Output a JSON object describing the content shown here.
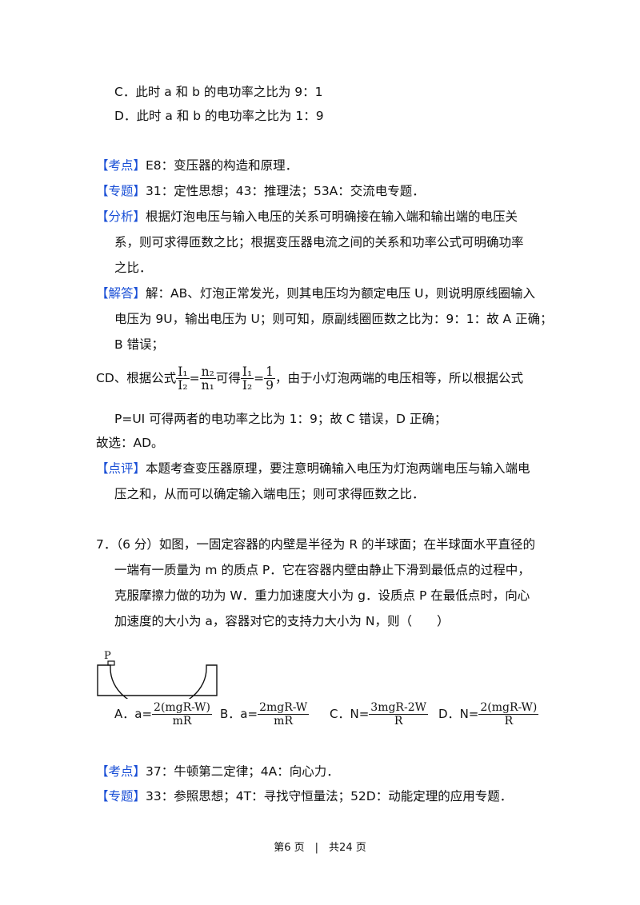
{
  "prev_question": {
    "options": [
      {
        "letter": "C．",
        "text": "此时 a 和 b 的电功率之比为 9：1"
      },
      {
        "letter": "D．",
        "text": "此时 a 和 b 的电功率之比为 1：9"
      }
    ]
  },
  "prev_analysis": {
    "kaodian": {
      "tag": "【考点】",
      "text": "E8：变压器的构造和原理．"
    },
    "zhuanti": {
      "tag": "【专题】",
      "text": "31：定性思想；43：推理法；53A：交流电专题．"
    },
    "fenxi": {
      "tag": "【分析】",
      "lines": [
        "根据灯泡电压与输入电压的关系可明确接在输入端和输出端的电压关",
        "系，则可求得匝数之比；根据变压器电流之间的关系和功率公式可明确功率",
        "之比．"
      ]
    },
    "jieda": {
      "tag": "【解答】",
      "lines": [
        "解：AB、灯泡正常发光，则其电压均为额定电压 U，则说明原线圈输入",
        "电压为 9U，输出电压为 U；则可知，原副线圈匝数之比为：9：1：故 A 正确；",
        "B 错误；"
      ]
    },
    "cd": {
      "prefix": "CD、根据公式",
      "f1_num": "I₁",
      "f1_den": "I₂",
      "eq1": "=",
      "f2_num": "n₂",
      "f2_den": "n₁",
      "mid": "可得",
      "f3_num": "I₁",
      "f3_den": "I₂",
      "eq2": "=",
      "f4_num": "1",
      "f4_den": "9",
      "suffix": "，由于小灯泡两端的电压相等，所以根据公式",
      "line2": "P=UI 可得两者的电功率之比为 1：9；故 C 错误，D 正确；"
    },
    "guxuan": "故选：AD。",
    "dianping": {
      "tag": "【点评】",
      "lines": [
        "本题考查变压器原理，要注意明确输入电压为灯泡两端电压与输入端电",
        "压之和，从而可以确定输入端电压；则可求得匝数之比．"
      ]
    }
  },
  "question7": {
    "lines": [
      "7．（6 分）如图，一固定容器的内壁是半径为 R 的半球面；在半球面水平直径的",
      "一端有一质量为 m 的质点 P．它在容器内壁由静止下滑到最低点的过程中，",
      "克服摩擦力做的功为 W．重力加速度大小为 g．设质点 P 在最低点时，向心",
      "加速度的大小为 a，容器对它的支持力大小为 N，则（　　）"
    ],
    "figure_label": "P",
    "options": [
      {
        "letter": "A．",
        "lhs": "a=",
        "num": "2(mgR-W)",
        "den": "mR"
      },
      {
        "letter": "B．",
        "lhs": "a=",
        "num": "2mgR-W",
        "den": "mR"
      },
      {
        "letter": "C．",
        "lhs": "N=",
        "num": "3mgR-2W",
        "den": "R"
      },
      {
        "letter": "D．",
        "lhs": "N=",
        "num": "2(mgR-W)",
        "den": "R"
      }
    ]
  },
  "q7_analysis": {
    "kaodian": {
      "tag": "【考点】",
      "text": "37：牛顿第二定律；4A：向心力．"
    },
    "zhuanti": {
      "tag": "【专题】",
      "text": "33：参照思想；4T：寻找守恒量法；52D：动能定理的应用专题．"
    }
  },
  "footer": "第6 页　|　共24 页",
  "colors": {
    "tag": "#1a4fd6",
    "text": "#111111"
  }
}
